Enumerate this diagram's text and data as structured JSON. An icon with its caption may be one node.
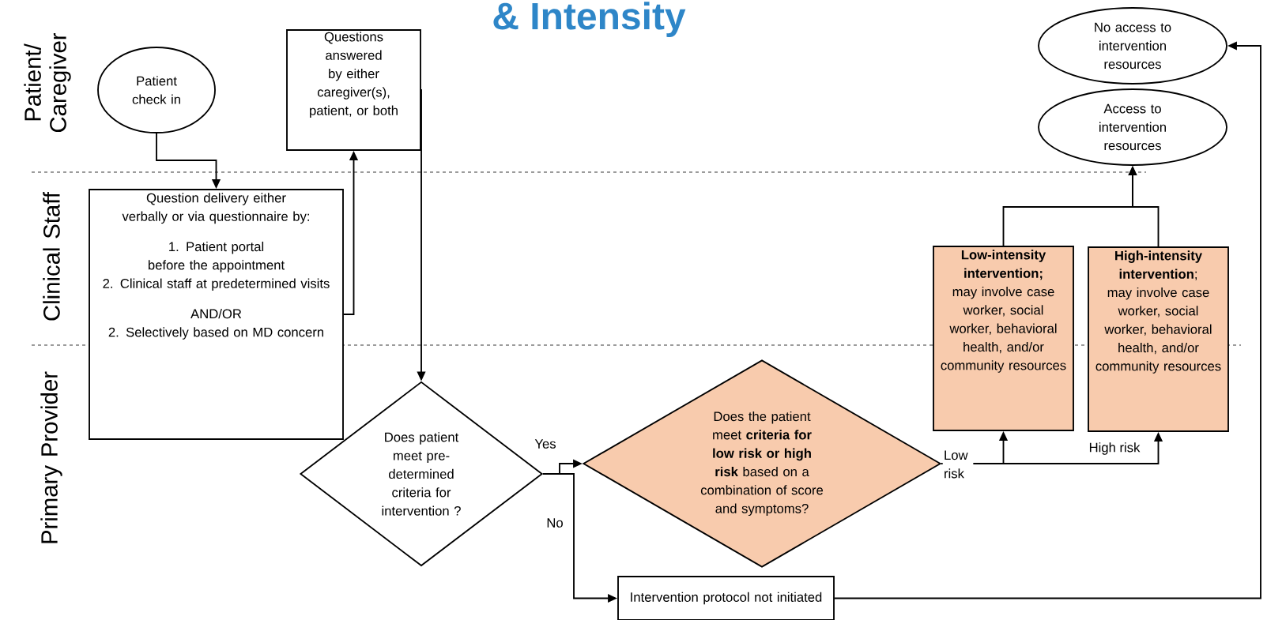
{
  "diagram": {
    "title": "& Intensity",
    "nodes": [
      {
        "text": [
          "Patient check in"
        ]
      },
      {
        "text": [
          "Questions answered by either caregiver(s), patient, or both"
        ]
      },
      {
        "text": [
          "No access to intervention resources"
        ]
      },
      {
        "text": [
          "Access to intervention resources"
        ]
      },
      {
        "text": [
          "Question delivery either verbally or via questionnaire by:",
          "1. Patient portal before the appointment",
          "2. Clinical staff at predetermined visits",
          "AND/OR",
          "2. Selectively based on MD concern"
        ]
      },
      {
        "text": [
          "**Low-intensity intervention;** may involve case worker, social worker, behavioral health, and/or community resources"
        ]
      },
      {
        "text": [
          "**High-intensity intervention**; may involve case worker, social worker, behavioral health, and/or community resources"
        ]
      },
      {
        "text": [
          "Does patient meet pre-determined criteria for intervention ?"
        ]
      },
      {
        "text": [
          "Does the patient meet **criteria for low risk or high risk** based on a combination of score and symptoms?"
        ]
      },
      {
        "text": [
          "Intervention protocol not initiated"
        ]
      }
    ],
    "edges": [
      {
        "from": 0,
        "to": 4,
        "arrow": "to"
      },
      {
        "from": 4,
        "to": 1,
        "arrow": "to"
      },
      {
        "from": 1,
        "to": 7,
        "arrow": "to"
      },
      {
        "from": 7,
        "to": 8,
        "arrow": "to",
        "label": "Yes"
      },
      {
        "from": 7,
        "to": 9,
        "arrow": "to",
        "label": "No"
      },
      {
        "from": 8,
        "to": 5,
        "arrow": "to",
        "label": "Low risk"
      },
      {
        "from": 8,
        "to": 6,
        "arrow": "to",
        "label": "High risk"
      },
      {
        "from": 5,
        "to": 3,
        "arrow": "to"
      },
      {
        "from": 6,
        "to": 3,
        "arrow": "to"
      },
      {
        "from": 9,
        "to": 2,
        "arrow": "to"
      }
    ],
    "labels": [
      "Patient/ Caregiver",
      "Clinical Staff",
      "Primary Provider"
    ]
  }
}
